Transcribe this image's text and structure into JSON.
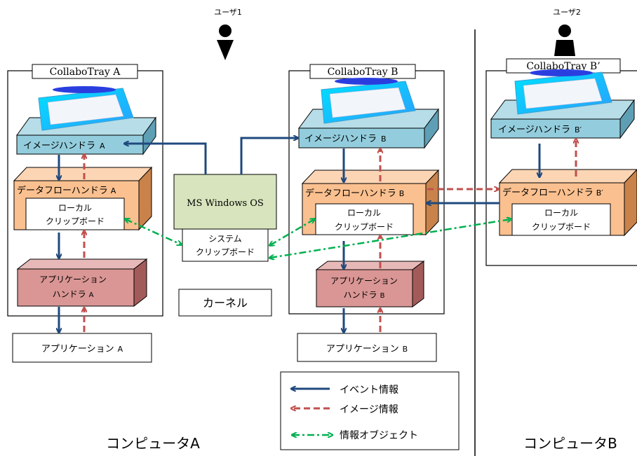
{
  "users": {
    "user1": "ユーザ1",
    "user2": "ユーザ2"
  },
  "trays": {
    "a": "CollaboTray A",
    "b": "CollaboTray B",
    "b2": "CollaboTray B’"
  },
  "image_handlers": {
    "a": {
      "label": "イメージハンドラ",
      "suffix": "A"
    },
    "b": {
      "label": "イメージハンドラ",
      "suffix": "B"
    },
    "b2": {
      "label": "イメージハンドラ",
      "suffix": "B′"
    }
  },
  "dataflow_handlers": {
    "a": {
      "label": "データフローハンドラ",
      "suffix": "A"
    },
    "b": {
      "label": "データフローハンドラ",
      "suffix": "B"
    },
    "b2": {
      "label": "データフローハンドラ",
      "suffix": "B′"
    }
  },
  "local_clipboard": {
    "line1": "ローカル",
    "line2": "クリップボード"
  },
  "app_handlers": {
    "a": {
      "line1": "アプリケーション",
      "line2": "ハンドラ",
      "suffix": "A"
    },
    "b": {
      "line1": "アプリケーション",
      "line2": "ハンドラ",
      "suffix": "B"
    }
  },
  "applications": {
    "a": {
      "label": "アプリケーション",
      "suffix": "A"
    },
    "b": {
      "label": "アプリケーション",
      "suffix": "B"
    }
  },
  "os": {
    "label": "MS Windows OS",
    "sysclip_line1": "システム",
    "sysclip_line2": "クリップボード",
    "kernel": "カーネル"
  },
  "computers": {
    "a": "コンピュータA",
    "b": "コンピュータB"
  },
  "legend": {
    "event": "イベント情報",
    "image": "イメージ情報",
    "object": "情報オブジェクト"
  },
  "colors": {
    "event_arrow": "#1f497d",
    "image_arrow": "#c0504d",
    "object_arrow": "#00b050",
    "image_handler_fill": "#93cddd",
    "dataflow_fill": "#fac08f",
    "app_handler_fill": "#d99694",
    "os_fill": "#d7e4bd"
  }
}
